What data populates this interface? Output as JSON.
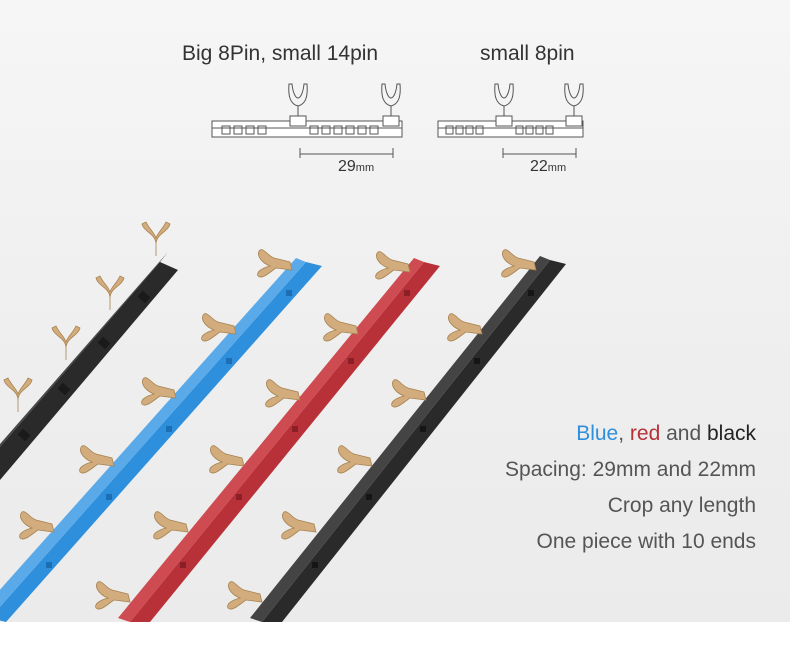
{
  "diagrams": {
    "left_title": "Big 8Pin, small 14pin",
    "right_title": "small 8pin",
    "left_spacing_value": "29",
    "left_spacing_unit": "mm",
    "right_spacing_value": "22",
    "right_spacing_unit": "mm"
  },
  "features": {
    "colors": {
      "blue": "Blue",
      "sep1": ", ",
      "red": "red",
      "sep2": " and ",
      "black": "black"
    },
    "spacing": "Spacing: 29mm and 22mm",
    "crop": "Crop any length",
    "piece": "One piece with 10 ends"
  },
  "palette": {
    "blue": "#2e8fdc",
    "red": "#b83038",
    "black": "#2a2a2a",
    "brass": "#d2ac7c"
  }
}
